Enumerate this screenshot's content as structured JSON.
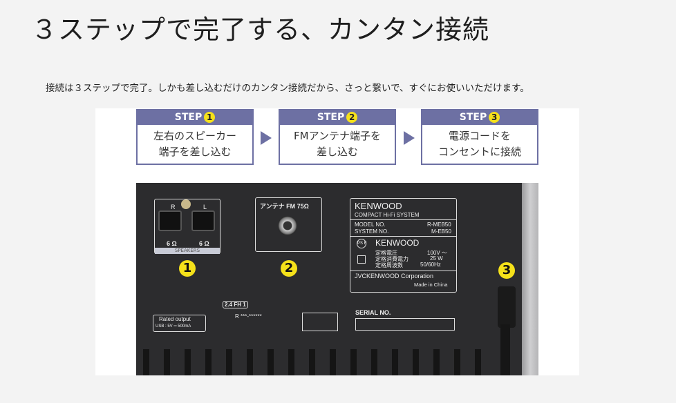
{
  "title": "３ステップで完了する、カンタン接続",
  "subtitle": "接続は３ステップで完了。しかも差し込むだけのカンタン接続だから、さっと繋いで、すぐにお使いいただけます。",
  "steps": [
    {
      "label": "STEP",
      "num": "1",
      "line1": "左右のスピーカー",
      "line2": "端子を差し込む"
    },
    {
      "label": "STEP",
      "num": "2",
      "line1": "FMアンテナ端子を",
      "line2": "差し込む"
    },
    {
      "label": "STEP",
      "num": "3",
      "line1": "電源コードを",
      "line2": "コンセントに接続"
    }
  ],
  "colors": {
    "step": "#6d70a3",
    "badge": "#f5e11a",
    "panel": "#2c2c2e"
  },
  "device": {
    "speaker_r": "R",
    "speaker_l": "L",
    "ohm_r": "6 Ω",
    "ohm_l": "6 Ω",
    "speakers": "SPEAKERS",
    "antenna": "アンテナ  FM 75Ω",
    "brand": "KENWOOD",
    "product": "COMPACT Hi-Fi SYSTEM",
    "model_label": "MODEL NO.",
    "model": "R-MEB50",
    "system_label": "SYSTEM NO.",
    "system": "M-EB50",
    "pse": "PS E",
    "brand2": "KENWOOD",
    "rating1": "定格電圧",
    "rating1_val": "100V 〜",
    "rating2": "定格消費電力",
    "rating2_val": "25 W",
    "rating3": "定格周波数",
    "rating3_val": "50/60Hz",
    "corp": "JVCKENWOOD Corporation",
    "made": "Made in China",
    "fh": "2.4 FH 1",
    "radio_id": "R ***-******",
    "rated": "Rated output",
    "usb": "USB : 5V ═ 500mA",
    "serial": "SERIAL NO."
  },
  "markers": [
    "1",
    "2",
    "3"
  ]
}
